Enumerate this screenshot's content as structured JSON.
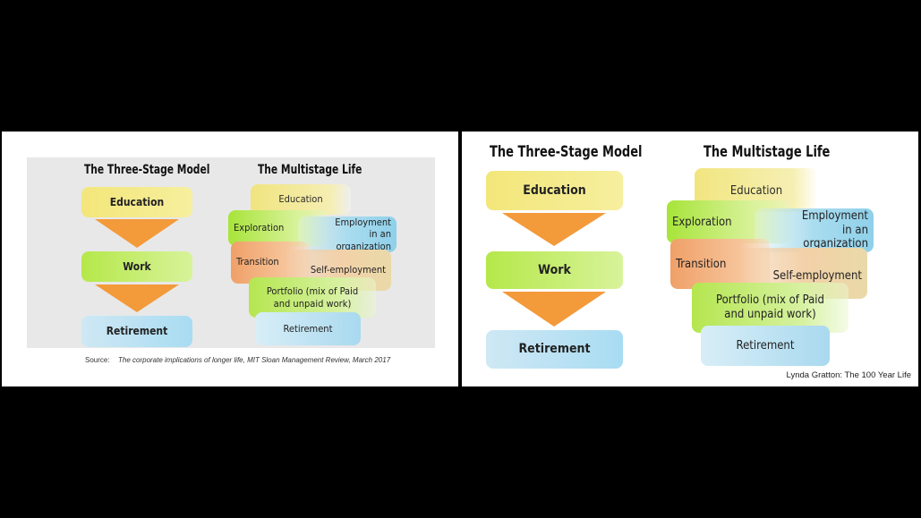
{
  "left_slide": {
    "three_stage_title": "The Three-Stage Model",
    "multistage_title": "The Multistage Life",
    "three_stage": [
      "Education",
      "Work",
      "Retirement"
    ],
    "multistage": {
      "education": "Education",
      "exploration": "Exploration",
      "employment": "Employment in an organization",
      "transition": "Transition",
      "self_employment": "Self-employment",
      "portfolio": "Portfolio (mix of Paid and unpaid work)",
      "retirement": "Retirement"
    },
    "source_label": "Source:",
    "source_text": "The corporate implications of longer life, MIT Sloan Management Review, March 2017"
  },
  "right_slide": {
    "three_stage_title": "The Three-Stage Model",
    "multistage_title": "The Multistage Life",
    "three_stage": [
      "Education",
      "Work",
      "Retirement"
    ],
    "multistage": {
      "education": "Education",
      "exploration": "Exploration",
      "employment": "Employment in an organization",
      "transition": "Transition",
      "self_employment": "Self-employment",
      "portfolio": "Portfolio (mix of Paid and unpaid work)",
      "retirement": "Retirement"
    },
    "credit": "Lynda Gratton: The 100 Year Life"
  }
}
